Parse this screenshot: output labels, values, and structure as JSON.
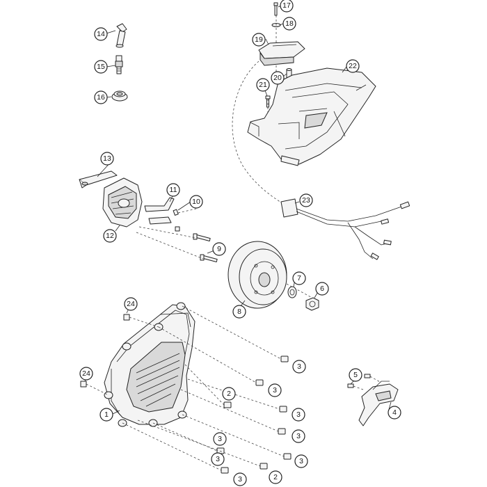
{
  "diagram": {
    "type": "exploded parts diagram",
    "callouts": [
      {
        "id": "c1",
        "label": "1"
      },
      {
        "id": "c2a",
        "label": "2"
      },
      {
        "id": "c2b",
        "label": "2"
      },
      {
        "id": "c3a",
        "label": "3"
      },
      {
        "id": "c3b",
        "label": "3"
      },
      {
        "id": "c3c",
        "label": "3"
      },
      {
        "id": "c3d",
        "label": "3"
      },
      {
        "id": "c3e",
        "label": "3"
      },
      {
        "id": "c3f",
        "label": "3"
      },
      {
        "id": "c3g",
        "label": "3"
      },
      {
        "id": "c3h",
        "label": "3"
      },
      {
        "id": "c4",
        "label": "4"
      },
      {
        "id": "c5",
        "label": "5"
      },
      {
        "id": "c6",
        "label": "6"
      },
      {
        "id": "c7",
        "label": "7"
      },
      {
        "id": "c8",
        "label": "8"
      },
      {
        "id": "c9",
        "label": "9"
      },
      {
        "id": "c10",
        "label": "10"
      },
      {
        "id": "c11",
        "label": "11"
      },
      {
        "id": "c12",
        "label": "12"
      },
      {
        "id": "c13",
        "label": "13"
      },
      {
        "id": "c14",
        "label": "14"
      },
      {
        "id": "c15",
        "label": "15"
      },
      {
        "id": "c16",
        "label": "16"
      },
      {
        "id": "c17",
        "label": "17"
      },
      {
        "id": "c18",
        "label": "18"
      },
      {
        "id": "c19",
        "label": "19"
      },
      {
        "id": "c20",
        "label": "20"
      },
      {
        "id": "c21",
        "label": "21"
      },
      {
        "id": "c22",
        "label": "22"
      },
      {
        "id": "c23",
        "label": "23"
      },
      {
        "id": "c24a",
        "label": "24"
      },
      {
        "id": "c24b",
        "label": "24"
      }
    ]
  }
}
